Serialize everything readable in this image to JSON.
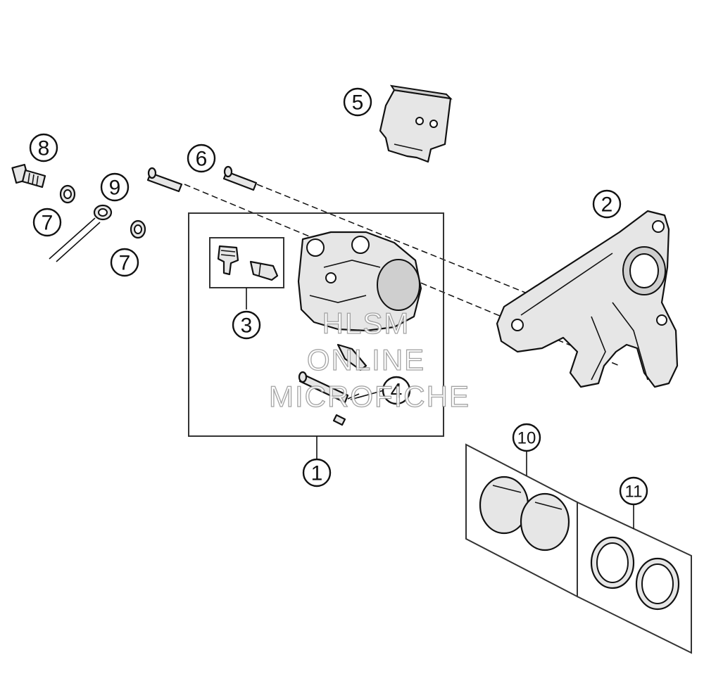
{
  "callouts": [
    {
      "id": "1",
      "label": "1"
    },
    {
      "id": "2",
      "label": "2"
    },
    {
      "id": "3",
      "label": "3"
    },
    {
      "id": "4",
      "label": "4"
    },
    {
      "id": "5",
      "label": "5"
    },
    {
      "id": "6",
      "label": "6"
    },
    {
      "id": "7a",
      "label": "7"
    },
    {
      "id": "7b",
      "label": "7"
    },
    {
      "id": "8",
      "label": "8"
    },
    {
      "id": "9",
      "label": "9"
    },
    {
      "id": "10",
      "label": "10"
    },
    {
      "id": "11",
      "label": "11"
    }
  ],
  "watermark": {
    "line1": "HLSM",
    "line2": "ONLINE",
    "line3": "MICROFICHE"
  }
}
